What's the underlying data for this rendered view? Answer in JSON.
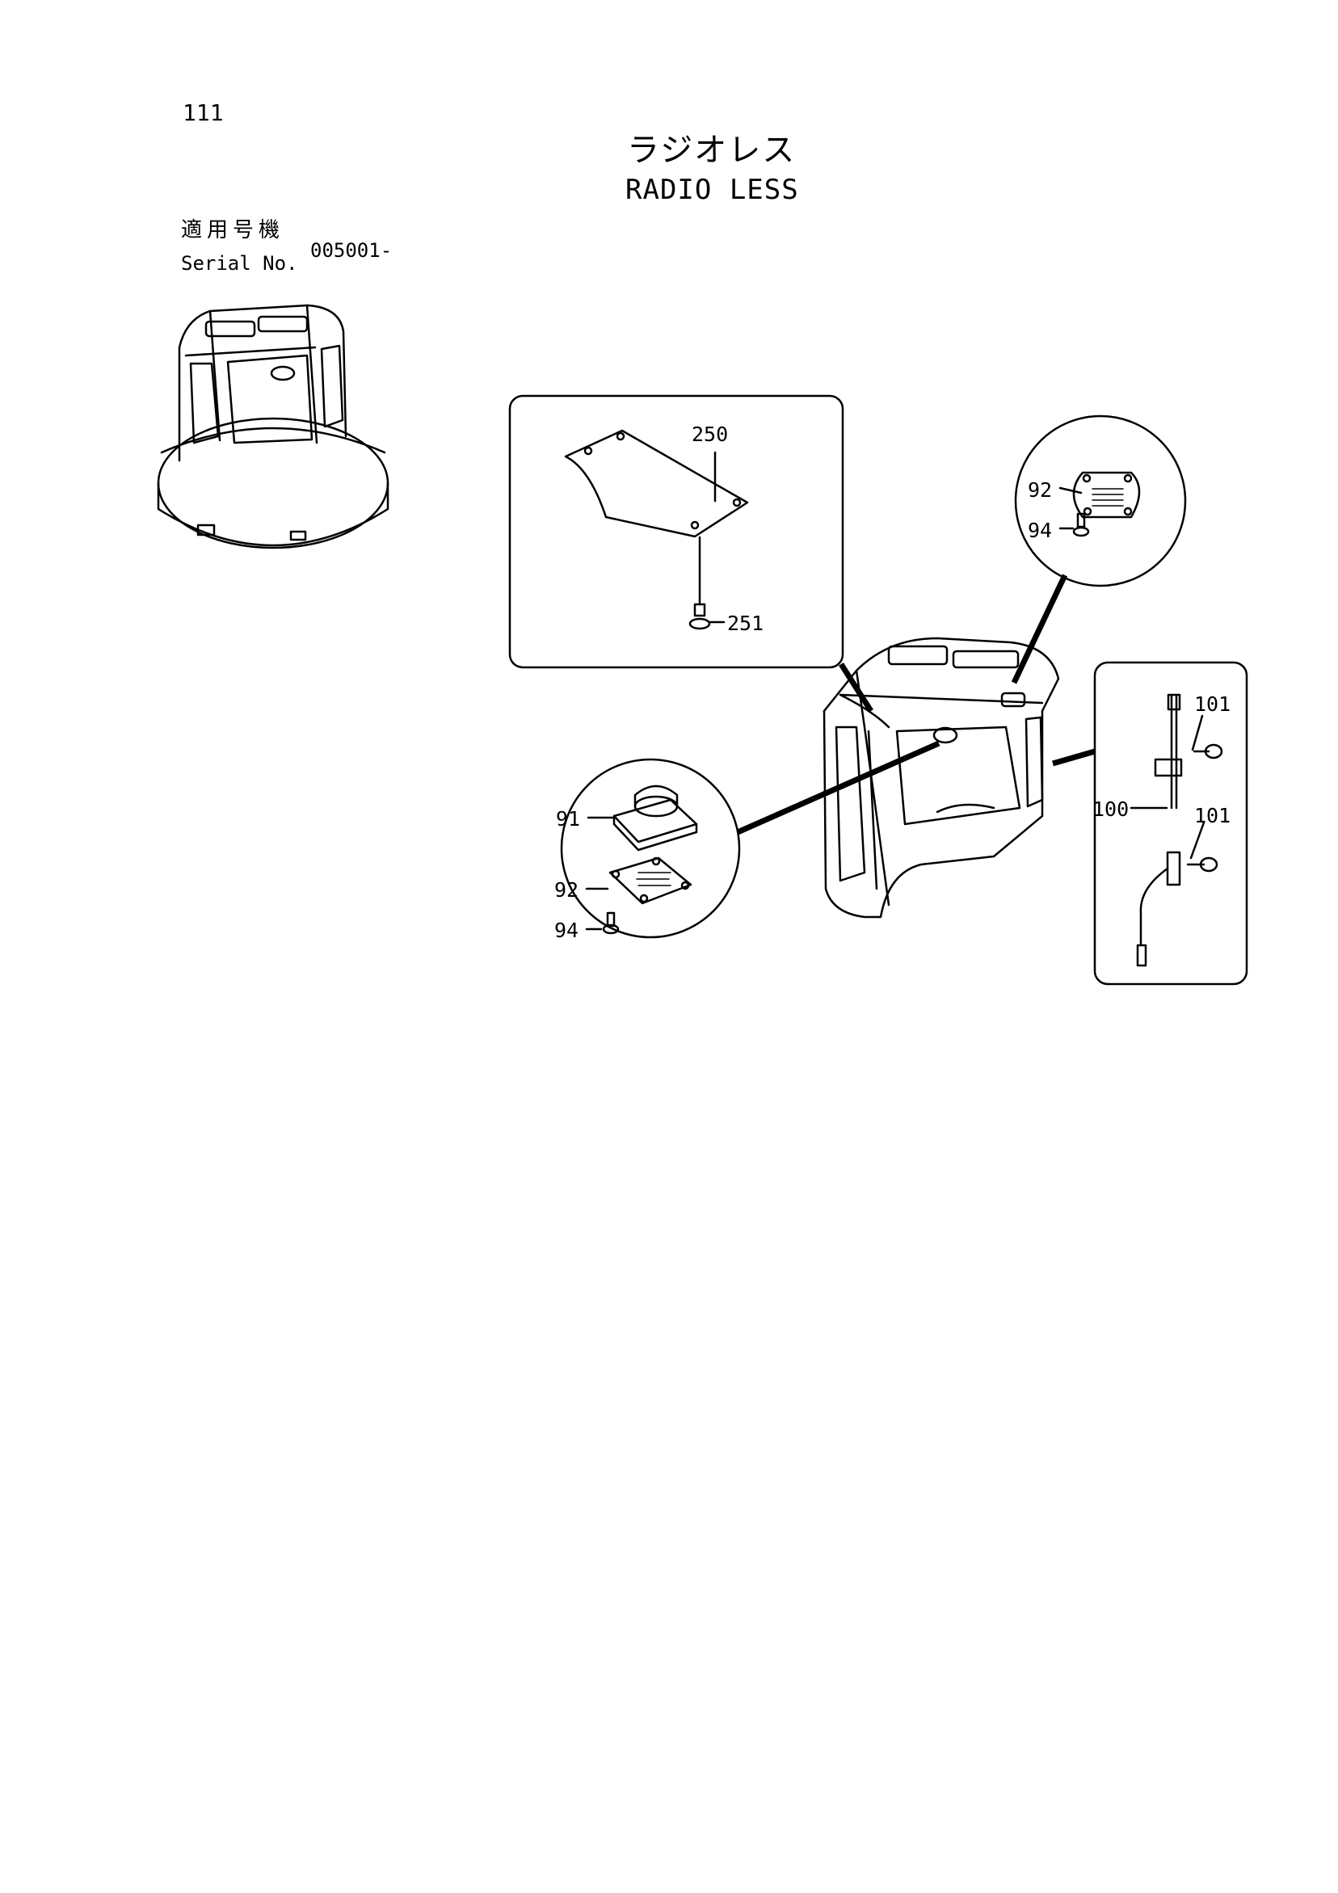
{
  "page": {
    "number": "111"
  },
  "title": {
    "jp": "ラジオレス",
    "en": "RADIO LESS"
  },
  "serial": {
    "label_jp": "適用号機",
    "label_en": "Serial No.",
    "value": "005001-"
  },
  "callouts": {
    "c250": "250",
    "c251": "251",
    "c92a": "92",
    "c94a": "94",
    "c91": "91",
    "c92b": "92",
    "c94b": "94",
    "c101a": "101",
    "c100": "100",
    "c101b": "101"
  }
}
